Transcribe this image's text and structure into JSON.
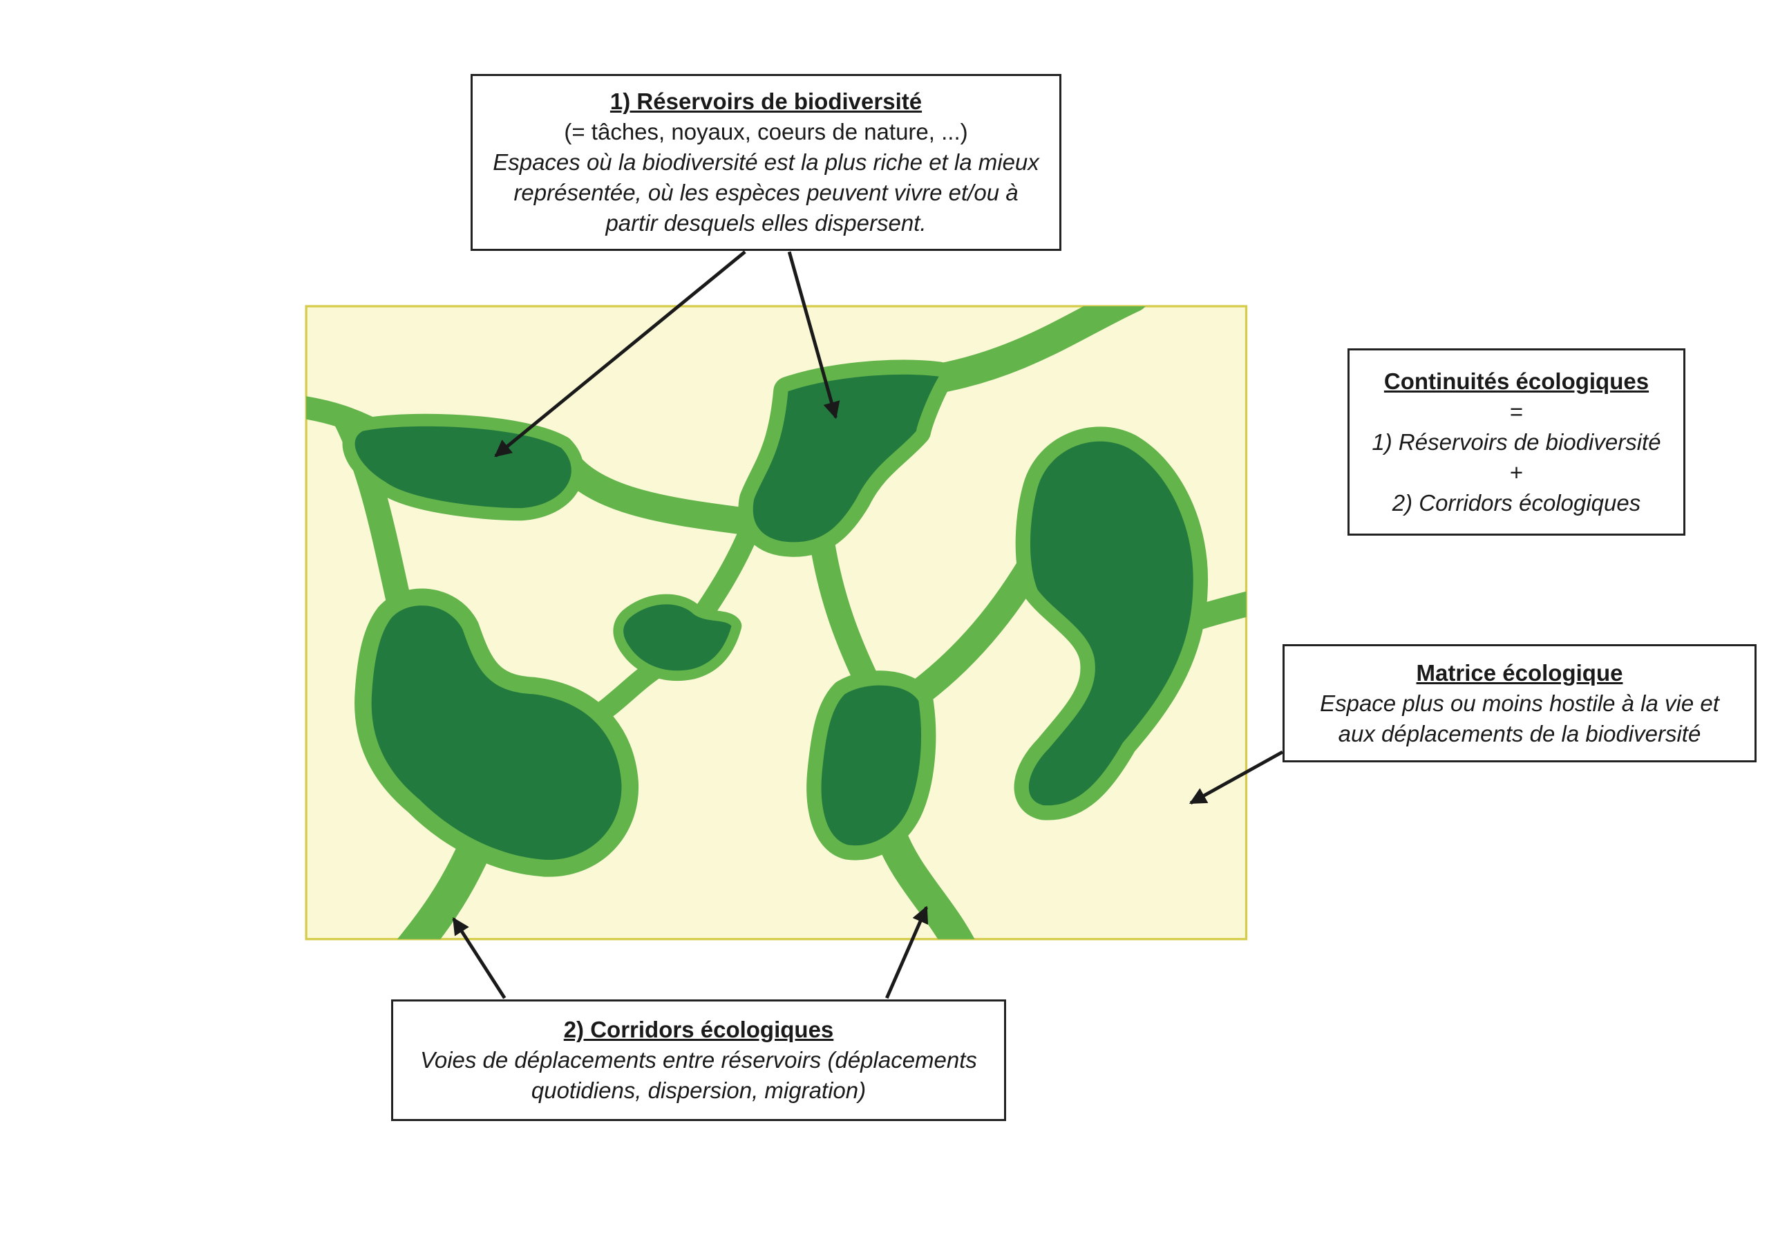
{
  "reservoirs_box": {
    "title": "1) Réservoirs de biodiversité",
    "subtitle": "(= tâches, noyaux, coeurs de nature, ...)",
    "description": "Espaces où la biodiversité est la plus riche et la mieux représentée, où les espèces peuvent vivre et/ou à partir desquels elles dispersent."
  },
  "continuites_box": {
    "title": "Continuités écologiques",
    "equals": "=",
    "term1": "1) Réservoirs de biodiversité",
    "plus": "+",
    "term2": "2) Corridors écologiques"
  },
  "matrice_box": {
    "title": "Matrice écologique",
    "description": "Espace plus ou moins hostile à la vie et aux déplacements de la biodiversité"
  },
  "corridors_box": {
    "title": "2) Corridors écologiques",
    "description": "Voies de déplacements entre réservoirs (déplacements quotidiens, dispersion, migration)"
  },
  "colors": {
    "matrix": "#fbf8d6",
    "matrix_border": "#d6cc4c",
    "corridor": "#63b44b",
    "reservoir": "#237a3f"
  }
}
